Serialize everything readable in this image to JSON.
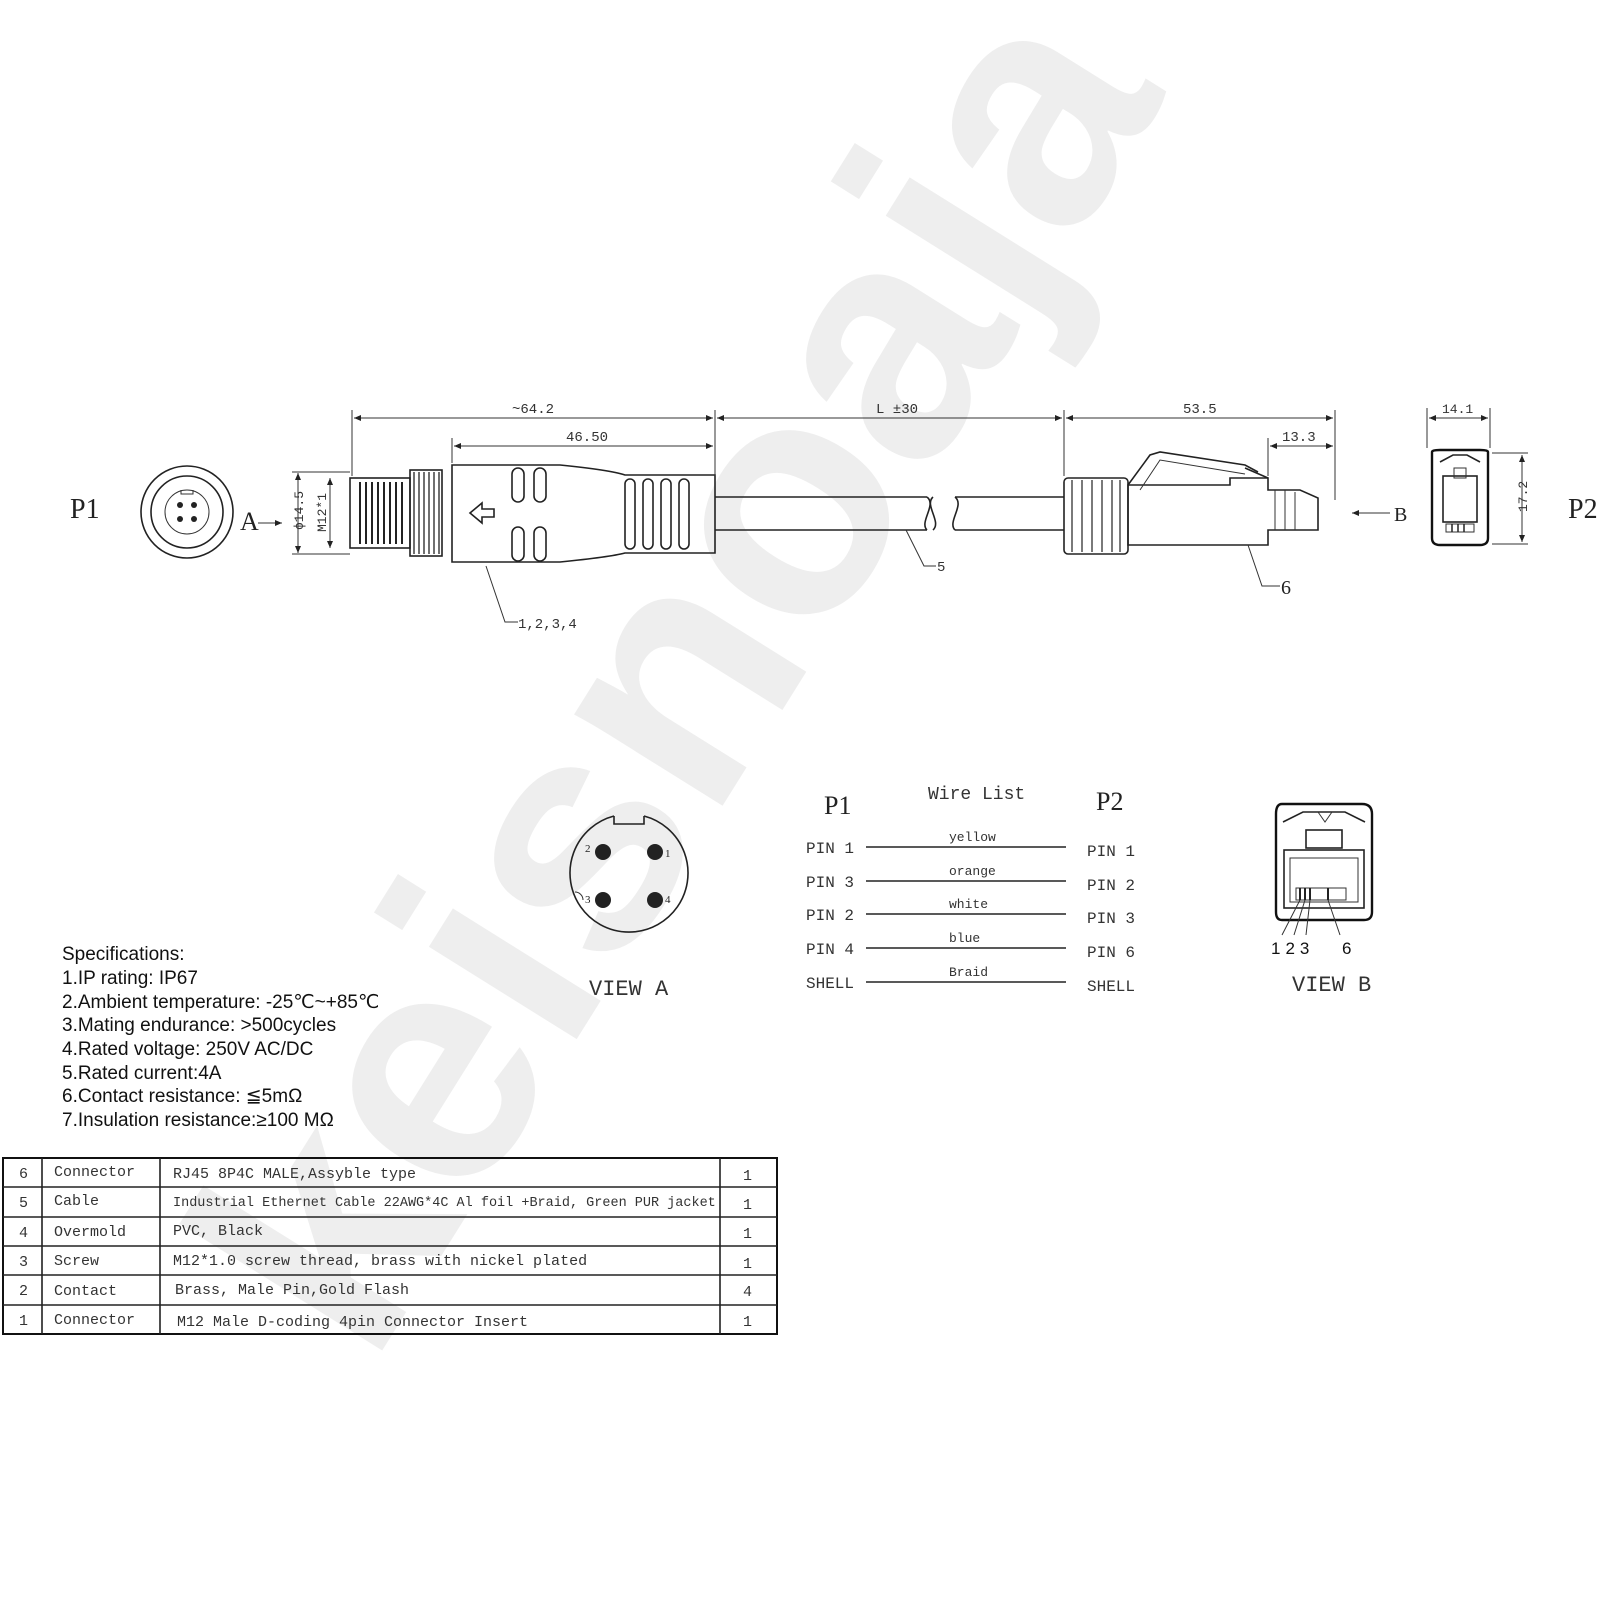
{
  "watermark": "keisnoaja",
  "top_view": {
    "p1_label": "P1",
    "p2_label": "P2",
    "view_a_arrow": "A",
    "view_b_arrow": "B",
    "dims": {
      "overall_p1": "~64.2",
      "overmold": "46.50",
      "cable_length": "L ±30",
      "overall_p2": "53.5",
      "plug_tip": "13.3",
      "p2_width": "14.1",
      "p2_height": "17.2",
      "diameter": "ϕ14.5",
      "thread": "M12*1"
    },
    "callouts": {
      "connector_parts": "1,2,3,4",
      "cable": "5",
      "rj45": "6"
    }
  },
  "view_a": {
    "title": "VIEW A",
    "pins": [
      "1",
      "2",
      "3",
      "4"
    ]
  },
  "wire_list": {
    "title": "Wire  List",
    "left_header": "P1",
    "right_header": "P2",
    "rows": [
      {
        "left": "PIN 1",
        "color": "yellow",
        "right": "PIN 1"
      },
      {
        "left": "PIN 3",
        "color": "orange",
        "right": "PIN 2"
      },
      {
        "left": "PIN 2",
        "color": "white",
        "right": "PIN 3"
      },
      {
        "left": "PIN 4",
        "color": "blue",
        "right": "PIN 6"
      },
      {
        "left": "SHELL",
        "color": "Braid",
        "right": "SHELL"
      }
    ]
  },
  "view_b": {
    "title": "VIEW B",
    "pin_numbers": "123",
    "pin_six": "6"
  },
  "specifications": {
    "heading": "Specifications:",
    "items": [
      "1.IP rating: IP67",
      "2.Ambient temperature: -25℃~+85℃",
      "3.Mating endurance: >500cycles",
      "4.Rated voltage: 250V AC/DC",
      "5.Rated current:4A",
      "6.Contact resistance: ≦5mΩ",
      "7.Insulation resistance:≥100 MΩ"
    ]
  },
  "bom": [
    {
      "no": "6",
      "part": "Connector",
      "desc": "RJ45 8P4C MALE,Assyble type",
      "qty": "1"
    },
    {
      "no": "5",
      "part": "Cable",
      "desc": "Industrial Ethernet Cable 22AWG*4C Al foil +Braid, Green PUR jacket",
      "qty": "1"
    },
    {
      "no": "4",
      "part": "Overmold",
      "desc": "PVC, Black",
      "qty": "1"
    },
    {
      "no": "3",
      "part": "Screw",
      "desc": "M12*1.0 screw thread, brass with nickel plated",
      "qty": "1"
    },
    {
      "no": "2",
      "part": "Contact",
      "desc": "Brass, Male Pin,Gold Flash",
      "qty": "4"
    },
    {
      "no": "1",
      "part": "Connector",
      "desc": "M12 Male D-coding 4pin Connector Insert",
      "qty": "1"
    }
  ]
}
